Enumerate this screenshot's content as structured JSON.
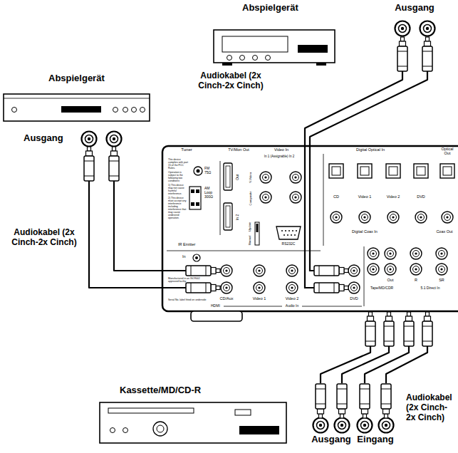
{
  "diagram": {
    "nodes": [
      {
        "text": [
          "Abspielgerät"
        ]
      },
      {
        "text": [
          "Abspielgerät"
        ]
      },
      {
        "text": [
          "Tuner",
          "This device complies with part 15 of the FCC Rules.",
          "Operation is subject to the following two conditions:",
          "1) This device may not cause harmful interference.",
          "2) This device must accept any interference including interference that may cause undesired operation.",
          "FM 75Ω",
          "AM Loop 300Ω",
          "IR Emitter",
          "In",
          "Manufactured in an ISO9002 approved facility",
          "Serial No. label fitted on underside",
          "HDMI",
          "TV/Mon Out",
          "Out",
          "In 2",
          "Video In",
          "In 1 (Assignable) In 2",
          "S-Video",
          "Composite",
          "Update",
          "Normal",
          "RS232C",
          "Digital Optical In",
          "CD",
          "Video 1",
          "Video 2",
          "DVD",
          "Optical Out",
          "Digital Coax In",
          "Coax Out",
          "CD/Aux",
          "Video 1",
          "Video 2",
          "DVD",
          "Audio In",
          "Out",
          "R",
          "SR",
          "Tape/MD/CDR",
          "5.1 Direct In"
        ]
      },
      {
        "text": [
          "Kassette/MD/CD-R"
        ]
      }
    ],
    "edges": [
      {
        "from": 0,
        "to": 2,
        "arrow": "none",
        "label": "Audiokabel (2x Cinch-2x Cinch)"
      },
      {
        "from": 1,
        "to": 2,
        "arrow": "none",
        "label": "Audiokabel (2x Cinch-2x Cinch)"
      },
      {
        "from": 2,
        "to": 3,
        "arrow": "none",
        "label": "Audiokabel (2x Cinch-2x Cinch)"
      }
    ],
    "labels": [
      "Ausgang",
      "Ausgang",
      "Ausgang",
      "Eingang"
    ]
  }
}
